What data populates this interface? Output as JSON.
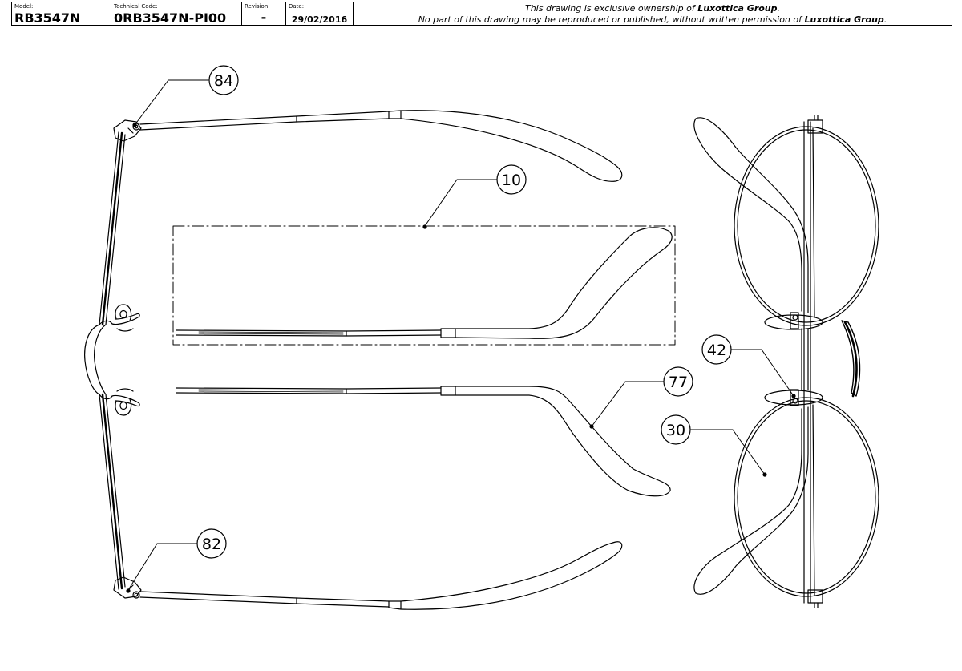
{
  "titleblock": {
    "model_label": "Model:",
    "model_value": "RB3547N",
    "code_label": "Technical Code:",
    "code_value": "0RB3547N-PI00",
    "revision_label": "Revision:",
    "revision_value": "-",
    "date_label": "Date:",
    "date_value": "29/02/2016",
    "notice_line1_pre": "This drawing is exclusive ownership of ",
    "notice_line1_bold": "Luxottica Group",
    "notice_line1_post": ".",
    "notice_line2_pre": "No part of this drawing may be reproduced or published, without written permission of ",
    "notice_line2_bold": "Luxottica Group",
    "notice_line2_post": "."
  },
  "callouts": {
    "c84": "84",
    "c10": "10",
    "c77": "77",
    "c82": "82",
    "c42": "42",
    "c30": "30"
  }
}
